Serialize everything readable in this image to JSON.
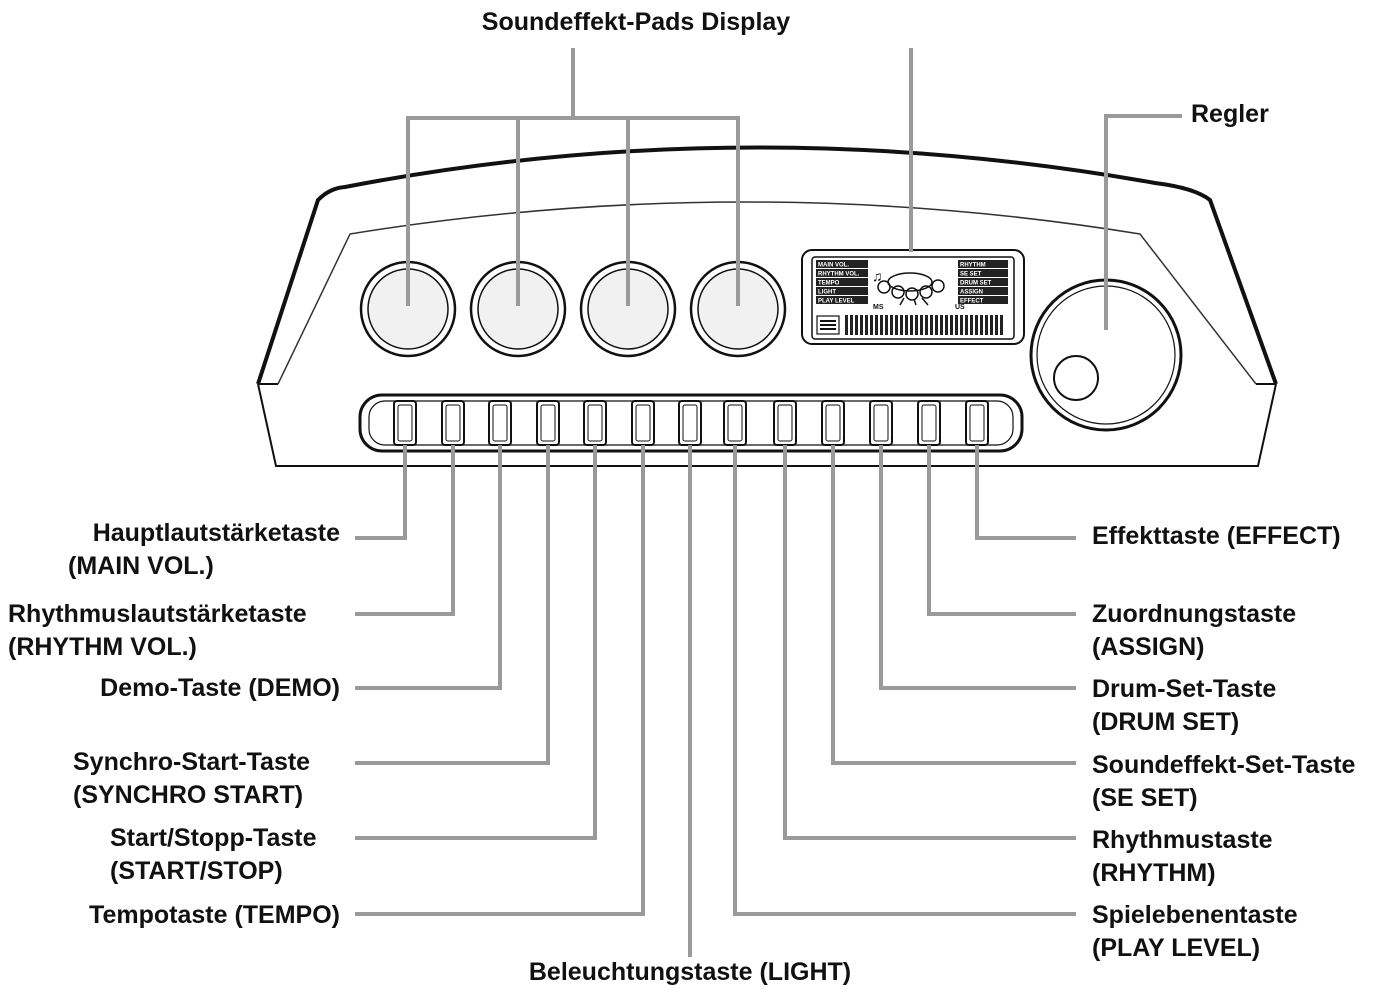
{
  "top_labels": {
    "pads_display": "Soundeffekt-Pads Display",
    "dial": "Regler"
  },
  "display_panel": {
    "left_items": [
      "MAIN VOL.",
      "RHYTHM VOL.",
      "TEMPO",
      "LIGHT",
      "PLAY LEVEL"
    ],
    "right_items": [
      "RHYTHM",
      "SE SET",
      "DRUM SET",
      "ASSIGN",
      "EFFECT"
    ],
    "meter_left": "MS",
    "meter_right": "US"
  },
  "left_labels": [
    {
      "line1": "Hauptlautstärketaste",
      "line2": "(MAIN VOL.)"
    },
    {
      "line1": "Rhythmuslautstärketaste",
      "line2": "(RHYTHM VOL.)"
    },
    {
      "line1": "Demo-Taste (DEMO)"
    },
    {
      "line1": "Synchro-Start-Taste",
      "line2": "(SYNCHRO START)"
    },
    {
      "line1": "Start/Stopp-Taste",
      "line2": "(START/STOP)"
    },
    {
      "line1": "Tempotaste (TEMPO)"
    }
  ],
  "bottom_label": "Beleuchtungstaste (LIGHT)",
  "right_labels": [
    {
      "line1": "Effekttaste (EFFECT)"
    },
    {
      "line1": "Zuordnungstaste",
      "line2": "(ASSIGN)"
    },
    {
      "line1": "Drum-Set-Taste",
      "line2": "(DRUM SET)"
    },
    {
      "line1": "Soundeffekt-Set-Taste",
      "line2": "(SE SET)"
    },
    {
      "line1": "Rhythmustaste",
      "line2": "(RHYTHM)"
    },
    {
      "line1": "Spielebenentaste",
      "line2": "(PLAY LEVEL)"
    }
  ]
}
